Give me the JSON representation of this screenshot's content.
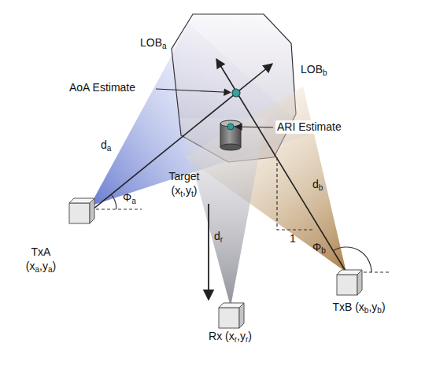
{
  "diagram": {
    "nodes": [
      {
        "text": [
          "Target (xt,yt)"
        ]
      },
      {
        "text": [
          "TxA (xa,ya)"
        ]
      },
      {
        "text": [
          "Rx (xr,yr)"
        ]
      },
      {
        "text": [
          "TxB (xb,yb)"
        ]
      }
    ],
    "edges": [
      {
        "from": 0,
        "to": 2,
        "arrow": "to",
        "label": "dr"
      }
    ],
    "labels": [
      "LOBa",
      "LOBb",
      "AoA Estimate",
      "ARI Estimate",
      "da",
      "db",
      "Φa",
      "Φb",
      "1"
    ]
  }
}
